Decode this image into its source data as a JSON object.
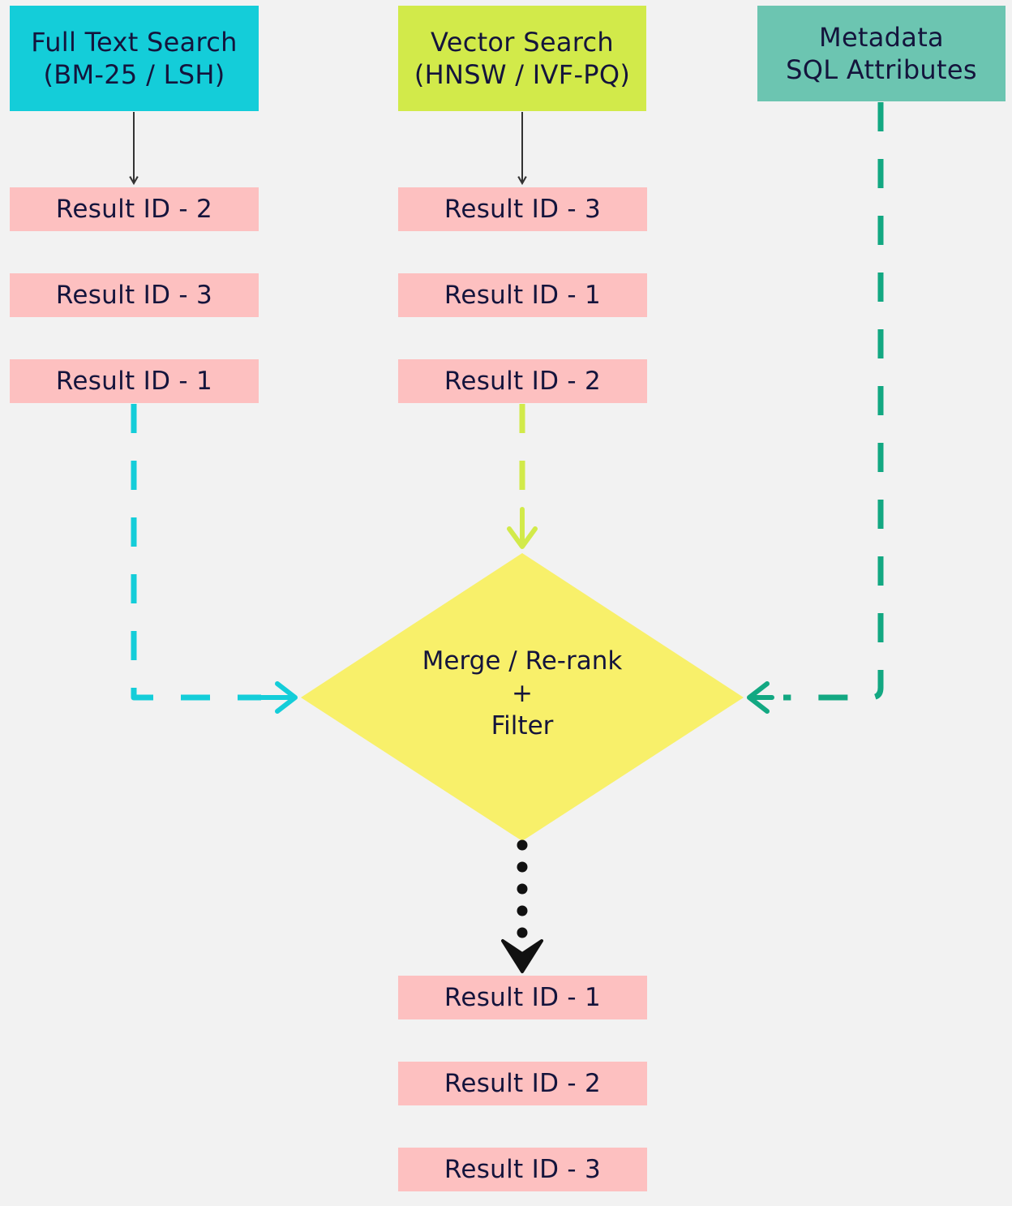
{
  "sources": {
    "full_text": {
      "line1": "Full Text Search",
      "line2": "(BM-25 / LSH)",
      "color": "#14cdd9"
    },
    "vector": {
      "line1": "Vector Search",
      "line2": "(HNSW / IVF-PQ)",
      "color": "#d2ea4a"
    },
    "metadata": {
      "line1": "Metadata",
      "line2": "SQL Attributes",
      "color": "#6cc5b1"
    }
  },
  "full_text_results": [
    "Result ID - 2",
    "Result ID - 3",
    "Result ID - 1"
  ],
  "vector_results": [
    "Result ID - 3",
    "Result ID - 1",
    "Result ID - 2"
  ],
  "merge": {
    "line1": "Merge / Re-rank",
    "line2": "+",
    "line3": "Filter",
    "color": "#f8f06a"
  },
  "final_results": [
    "Result ID - 1",
    "Result ID - 2",
    "Result ID - 3"
  ],
  "colors": {
    "result_bg": "#fdc0c0",
    "background": "#f2f2f2",
    "text": "#14143c"
  }
}
